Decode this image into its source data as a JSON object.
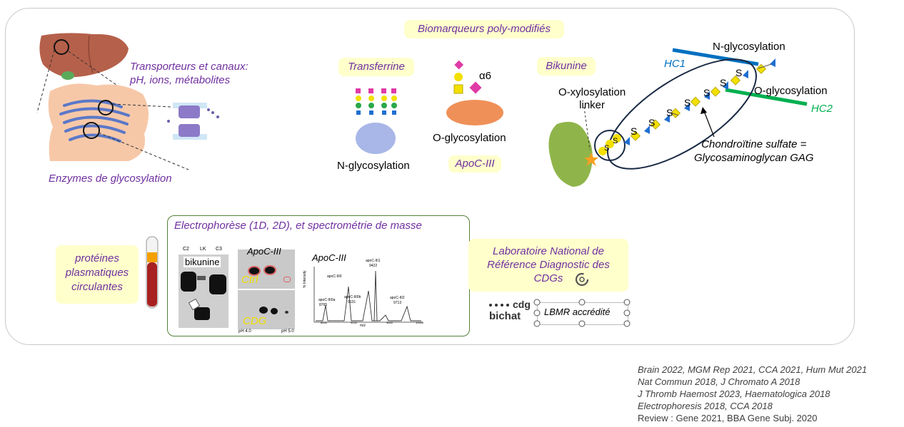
{
  "header": {
    "title": "Biomarqueurs poly-modifiés"
  },
  "cell": {
    "transport": "Transporteurs et canaux:",
    "transport_sub": "pH, ions, métabolites",
    "enzymes": "Enzymes de glycosylation"
  },
  "transferrin": {
    "label": "Transferrine",
    "caption": "N-glycosylation"
  },
  "apoc3": {
    "alpha": "α6",
    "caption": "O-glycosylation",
    "label": "ApoC-III"
  },
  "bikunin": {
    "label": "Bikunine",
    "linker_1": "O-xylosylation",
    "linker_2": "linker",
    "nglyc": "N-glycosylation",
    "oglyc": "O-glycosylation",
    "hc1": "HC1",
    "hc2": "HC2",
    "gag_1": "Chondroïtine sulfate =",
    "gag_2": "Glycosaminoglycan GAG",
    "sulfate": "S"
  },
  "plasma": {
    "l1": "protéines",
    "l2": "plasmatiques",
    "l3": "circulantes"
  },
  "electro": {
    "title": "Electrophorèse (1D, 2D), et spectrométrie de masse",
    "gel_lanes": [
      "C2",
      "LK",
      "C3"
    ],
    "gel_label": "bikunine",
    "gel2_title": "ApoC-III",
    "ctrl": "Ctrl",
    "cdg": "CDG",
    "ph_low": "pH 4.0",
    "ph_high": "pH 5.0",
    "ms_title": "ApoC-III",
    "ms_yaxis": "% Intensity",
    "ms_xaxis": "m/z",
    "ms_ticks": [
      "8000",
      "9200",
      "9600",
      "10000"
    ],
    "ms_peaks": [
      "apoC-III0a",
      "8765",
      "apoC-III0",
      "apoC-III0b",
      "9131",
      "apoC-III1",
      "9422",
      "apoC-III2",
      "9713"
    ]
  },
  "lab": {
    "l1": "Laboratoire National de",
    "l2": "Référence Diagnostic des",
    "l3": "CDGs"
  },
  "logo": {
    "top": "cdg",
    "bottom": "bichat"
  },
  "lbmr": "LBMR accrédité",
  "references": [
    "Brain 2022, MGM Rep 2021, CCA 2021, Hum Mut 2021",
    "Nat Commun 2018, J Chromato A 2018",
    "J Thromb Haemost 2023, Haematologica 2018",
    "Electrophoresis 2018, CCA 2018",
    "Review : Gene 2021, BBA Gene Subj. 2020"
  ],
  "colors": {
    "purple": "#7030a0",
    "yellow_box": "#ffffcc",
    "hc1": "#0070c0",
    "hc2": "#00b050",
    "frame_green": "#538135"
  }
}
